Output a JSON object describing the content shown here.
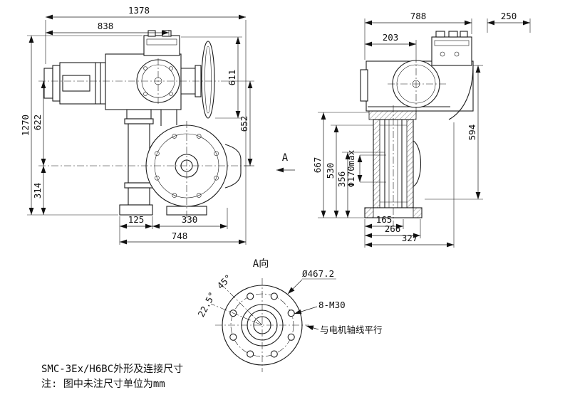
{
  "meta": {
    "title": "SMC-3Ex/H6BC外形及连接尺寸",
    "note": "注: 图中未注尺寸单位为mm"
  },
  "section_marker": {
    "label": "A"
  },
  "front_view": {
    "dim_1378": "1378",
    "dim_838": "838",
    "dim_611": "611",
    "dim_652": "652",
    "dim_1270": "1270",
    "dim_622": "622",
    "dim_314": "314",
    "dim_125": "125",
    "dim_330": "330",
    "dim_748": "748"
  },
  "side_view": {
    "dim_788": "788",
    "dim_250": "250",
    "dim_203": "203",
    "dim_594": "594",
    "dim_667": "667",
    "dim_530": "530",
    "dim_356": "356",
    "dim_bore": "Φ170max",
    "dim_165": "165",
    "dim_266": "266",
    "dim_327": "327"
  },
  "flange_view": {
    "label": "A向",
    "dim_diameter": "Ø467.2",
    "dim_bolt": "8-M30",
    "angle_45": "45°",
    "angle_22_5": "22.5°",
    "note_parallel": "与电机轴线平行"
  }
}
